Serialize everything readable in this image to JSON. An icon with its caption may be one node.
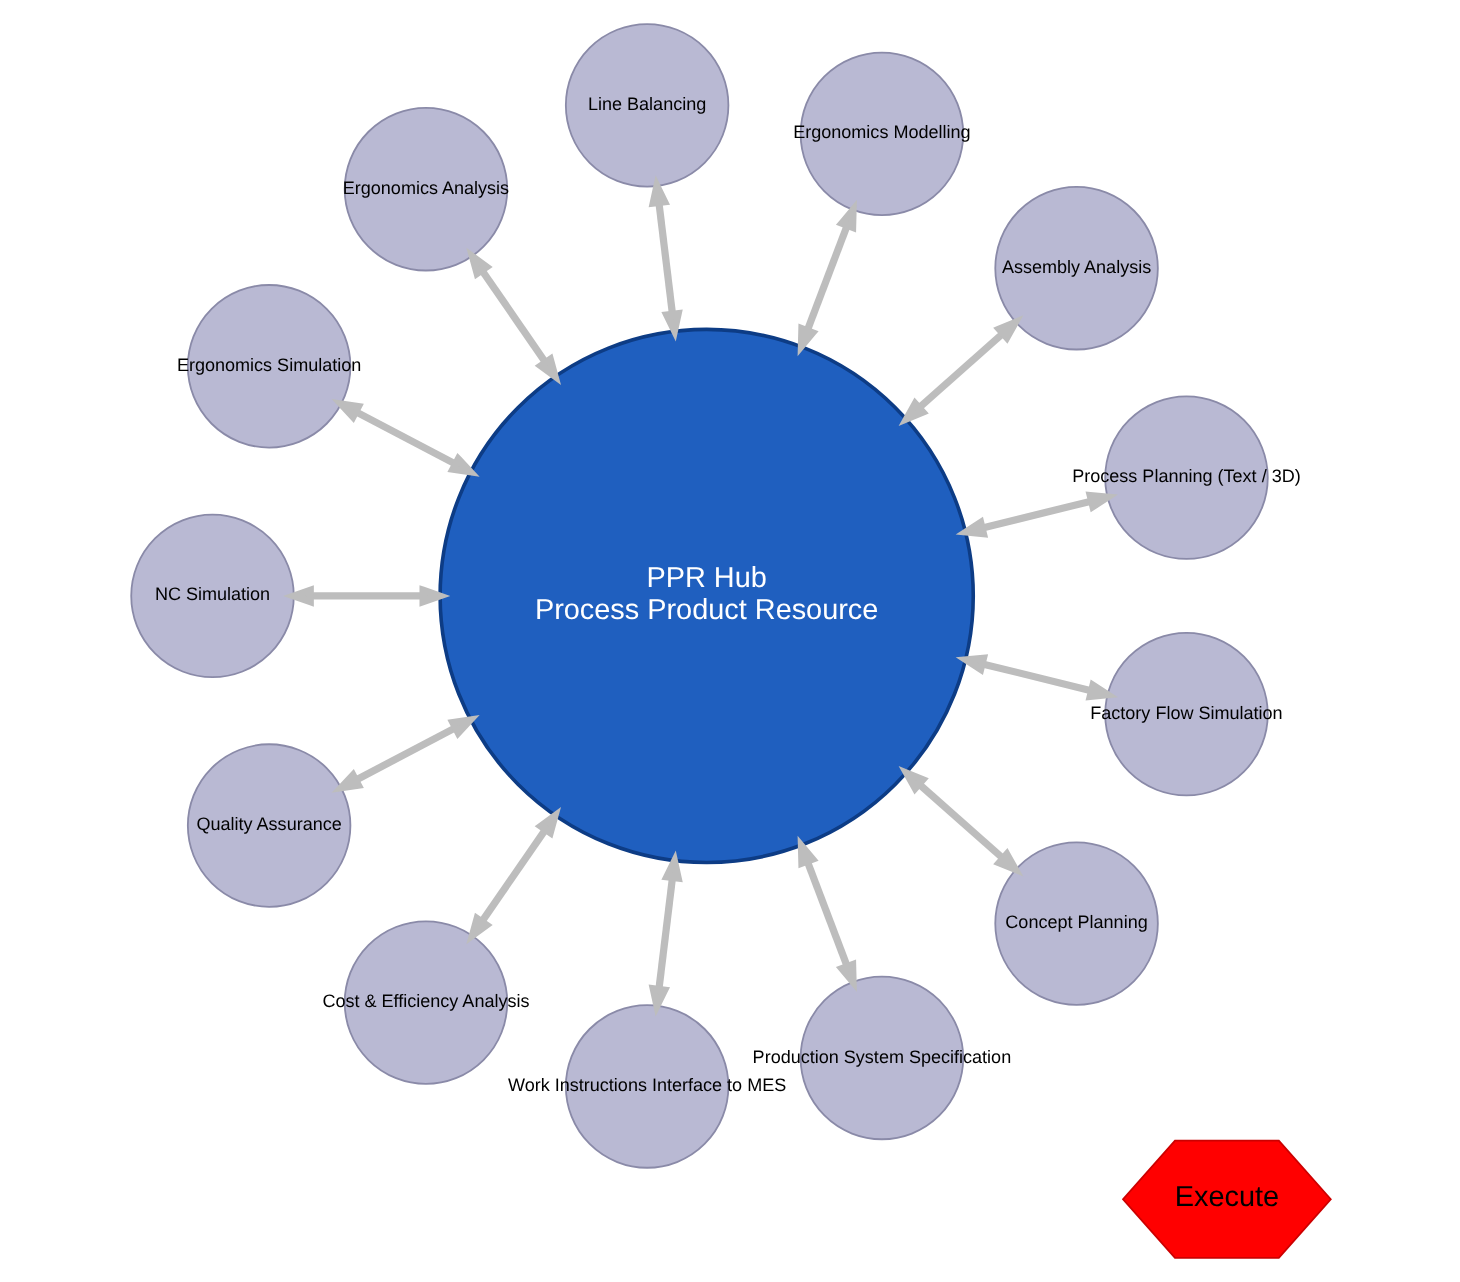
{
  "diagram": {
    "nodes": [
      {
        "text": [
          "PPR Hub",
          "Process Product Resource"
        ]
      },
      {
        "text": [
          "Process Planning (Text / 3D)"
        ]
      },
      {
        "text": [
          "Assembly Analysis"
        ]
      },
      {
        "text": [
          "Ergonomics Modelling"
        ]
      },
      {
        "text": [
          "Line Balancing"
        ]
      },
      {
        "text": [
          "Ergonomics Analysis"
        ]
      },
      {
        "text": [
          "Ergonomics Simulation"
        ]
      },
      {
        "text": [
          "NC Simulation"
        ]
      },
      {
        "text": [
          "Quality Assurance"
        ]
      },
      {
        "text": [
          "Cost & Efficiency Analysis"
        ]
      },
      {
        "text": [
          "Work Instructions Interface to MES"
        ]
      },
      {
        "text": [
          "Production System Specification"
        ]
      },
      {
        "text": [
          "Concept Planning"
        ]
      },
      {
        "text": [
          "Factory Flow Simulation"
        ]
      },
      {
        "text": [
          "Execute"
        ]
      }
    ],
    "edges": [
      {
        "from": 0,
        "to": 1,
        "arrow": "both"
      },
      {
        "from": 0,
        "to": 2,
        "arrow": "both"
      },
      {
        "from": 0,
        "to": 3,
        "arrow": "both"
      },
      {
        "from": 0,
        "to": 4,
        "arrow": "both"
      },
      {
        "from": 0,
        "to": 5,
        "arrow": "both"
      },
      {
        "from": 0,
        "to": 6,
        "arrow": "both"
      },
      {
        "from": 0,
        "to": 7,
        "arrow": "both"
      },
      {
        "from": 0,
        "to": 8,
        "arrow": "both"
      },
      {
        "from": 0,
        "to": 9,
        "arrow": "both"
      },
      {
        "from": 0,
        "to": 10,
        "arrow": "both"
      },
      {
        "from": 0,
        "to": 11,
        "arrow": "both"
      },
      {
        "from": 0,
        "to": 12,
        "arrow": "both"
      },
      {
        "from": 0,
        "to": 13,
        "arrow": "both"
      }
    ]
  }
}
